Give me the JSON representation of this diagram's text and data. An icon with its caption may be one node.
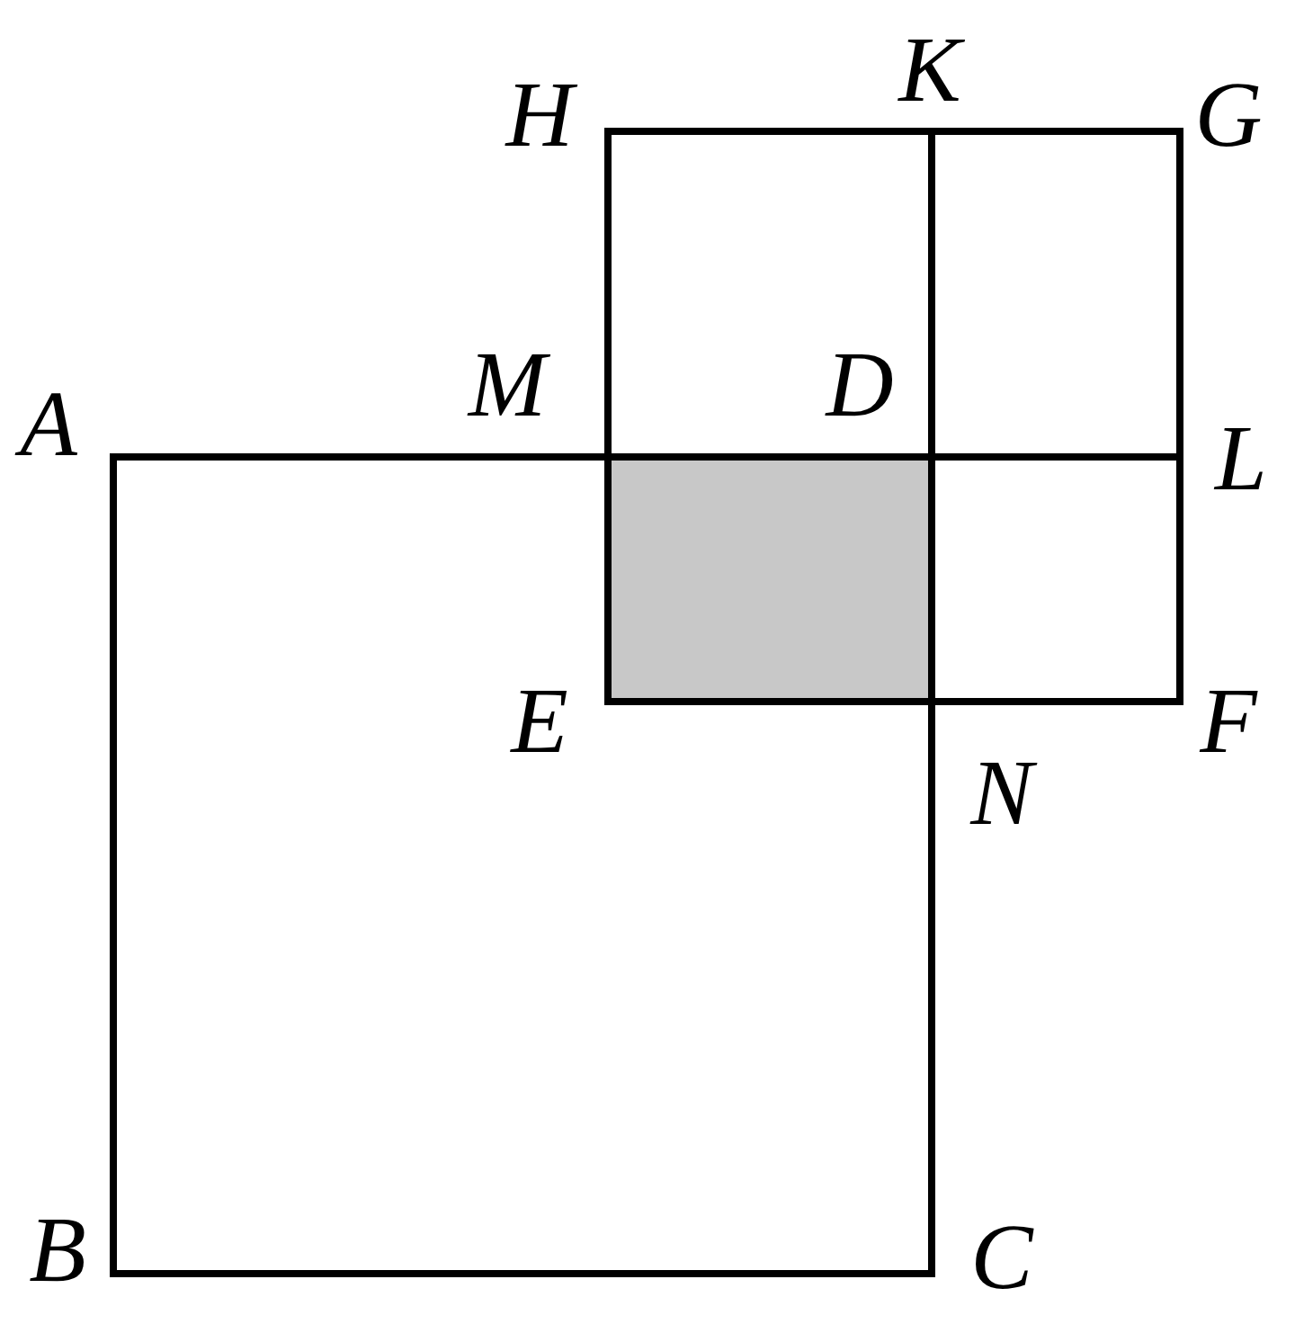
{
  "diagram": {
    "labels": [
      "K",
      "H",
      "G",
      "M",
      "D",
      "A",
      "L",
      "E",
      "F",
      "N",
      "B",
      "C"
    ]
  }
}
